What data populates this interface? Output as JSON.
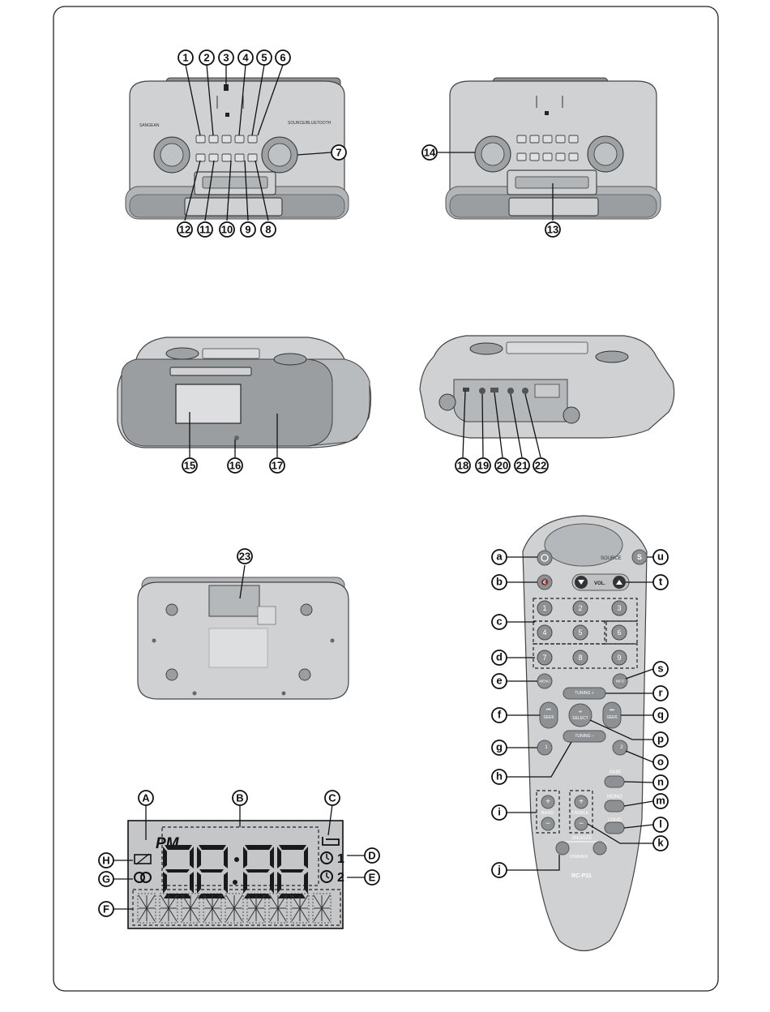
{
  "callouts": {
    "top_view_numbers": [
      "1",
      "2",
      "3",
      "4",
      "5",
      "6",
      "7",
      "8",
      "9",
      "10",
      "11",
      "12"
    ],
    "back_view_numbers": [
      "13",
      "14"
    ],
    "front_view_numbers": [
      "15",
      "16",
      "17"
    ],
    "rear_view_numbers": [
      "18",
      "19",
      "20",
      "21",
      "22"
    ],
    "bottom_view_numbers": [
      "23"
    ],
    "remote_letters": [
      "a",
      "b",
      "c",
      "d",
      "e",
      "f",
      "g",
      "h",
      "i",
      "j",
      "k",
      "l",
      "m",
      "n",
      "o",
      "p",
      "q",
      "r",
      "s",
      "t",
      "u"
    ],
    "display_letters": [
      "A",
      "B",
      "C",
      "D",
      "E",
      "F",
      "G",
      "H"
    ]
  },
  "device_labels": {
    "brand": "SANGEAN",
    "source_label": "SOURCE/BLUETOOTH"
  },
  "remote": {
    "source_label": "SOURCE",
    "source_key": "S",
    "vol_label": "VOL.",
    "number_keys": [
      "1",
      "2",
      "3",
      "4",
      "5",
      "6",
      "7",
      "8",
      "9"
    ],
    "menu": "MENU",
    "info": "INFO",
    "tuning_plus": "TUNING +",
    "tuning_minus": "TUNING –",
    "seek_left": "SEEK",
    "seek_right": "SEEK",
    "select": "SELECT",
    "alarm1": "1",
    "alarm2": "2",
    "pair": "PAIR",
    "mono": "MONO",
    "loud": "LOUD",
    "bass": "BASS",
    "treble": "TREBLE",
    "snooze": "SNOOZE",
    "dimmer": "DIMMER",
    "model": "RC-P31"
  },
  "display": {
    "pm": "PM",
    "alarm1_num": "1",
    "alarm2_num": "2"
  },
  "colors": {
    "device_body": "#cfd1d3",
    "device_dark": "#8d9194",
    "lcd_background": "#c4c6c8",
    "segment": "#1a1a1a"
  }
}
